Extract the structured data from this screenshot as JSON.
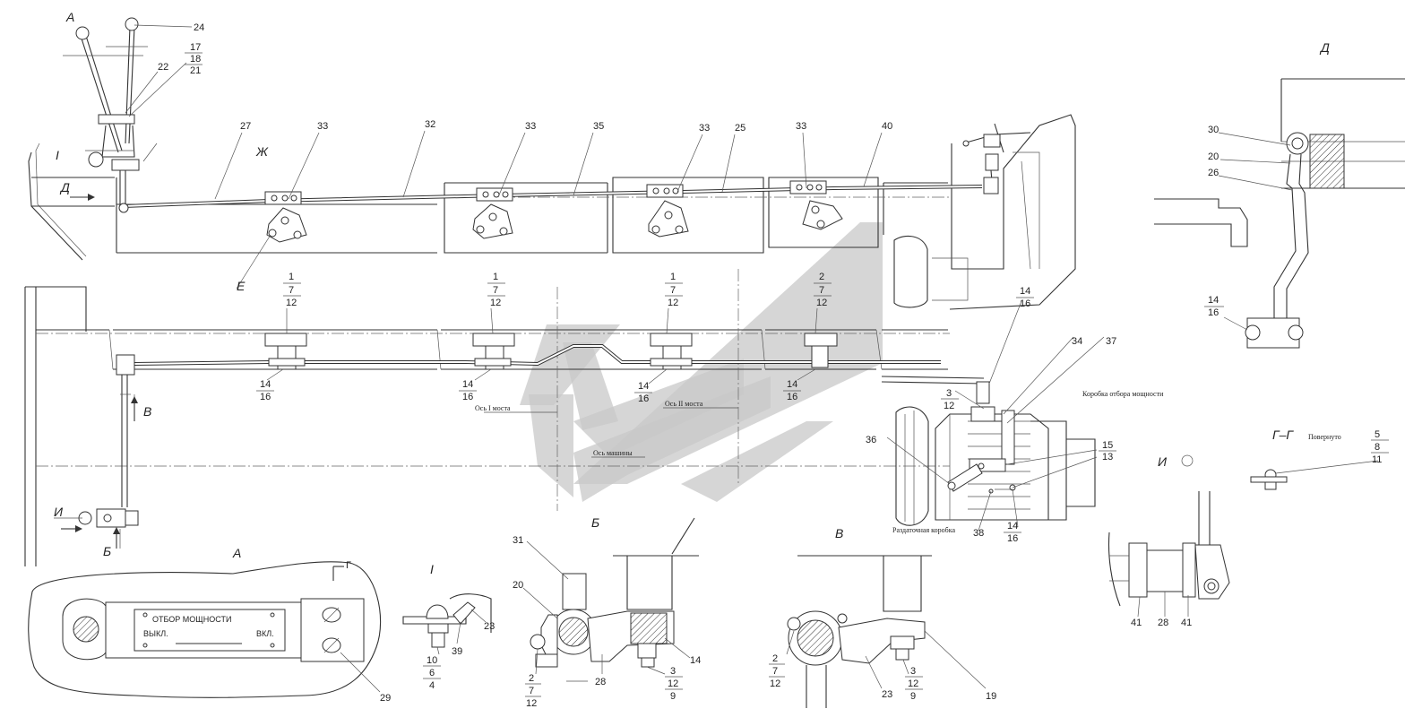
{
  "callouts": {
    "c24": "24",
    "c17": "17",
    "c18": "18",
    "c21": "21",
    "c22": "22",
    "c27": "27",
    "c33a": "33",
    "c33b": "33",
    "c33c": "33",
    "c33d": "33",
    "c32": "32",
    "c35": "35",
    "c25": "25",
    "c40": "40",
    "ZH": "Ж",
    "E": "Е",
    "g1a": "1",
    "g1b": "7",
    "g1c": "12",
    "g2a": "1",
    "g2b": "7",
    "g2c": "12",
    "g3a": "1",
    "g3b": "7",
    "g3c": "12",
    "g4a": "2",
    "g4b": "7",
    "g4c": "12",
    "h1a": "14",
    "h1b": "16",
    "h2a": "14",
    "h2b": "16",
    "h3a": "14",
    "h3b": "16",
    "h4a": "14",
    "h4b": "16",
    "h5a": "14",
    "h5b": "16",
    "c3": "3",
    "c12a": "12",
    "c34": "34",
    "c37": "37",
    "c36": "36",
    "c15": "15",
    "c13": "13",
    "c38": "38",
    "c14b": "14",
    "c16b": "16",
    "d30": "30",
    "d20": "20",
    "d26": "26",
    "d14": "14",
    "d16": "16",
    "gg5": "5",
    "gg8": "8",
    "gg11": "11",
    "s31": "31",
    "s20": "20",
    "s14": "14",
    "s2": "2",
    "s7": "7",
    "s12": "12",
    "s28": "28",
    "s3": "3",
    "s12b": "12",
    "s9": "9",
    "v2": "2",
    "v7": "7",
    "v12": "12",
    "v23": "23",
    "v3": "3",
    "v12b": "12",
    "v9": "9",
    "v19": "19",
    "i41a": "41",
    "i28": "28",
    "i41b": "41",
    "a29": "29",
    "t10": "10",
    "t6": "6",
    "t4": "4",
    "t39": "39",
    "t23": "23"
  },
  "section_letters": {
    "A_top": "А",
    "D_left": "Д",
    "I_roman": "I",
    "V_mid": "В",
    "I_arrow": "И",
    "B_bottom": "Б",
    "A_section": "А",
    "I_section": "I",
    "B_section": "Б",
    "V_section": "В",
    "D_section": "Д",
    "GG_section": "Г–Г",
    "I_view": "И",
    "G_mark": "Г"
  },
  "texts": {
    "axle1": "Ось I моста",
    "axle2": "Ось II моста",
    "vehicle_axis": "Ось машины",
    "pto_box": "Коробка отбора мощности",
    "transfer_box": "Раздаточная коробка",
    "rotated": "Повернуто",
    "plate_title": "ОТБОР МОЩНОСТИ",
    "plate_off": "ВЫКЛ.",
    "plate_on": "ВКЛ."
  },
  "colors": {
    "line": "#333333",
    "watermark": "#c8c8c8",
    "background": "#ffffff"
  }
}
